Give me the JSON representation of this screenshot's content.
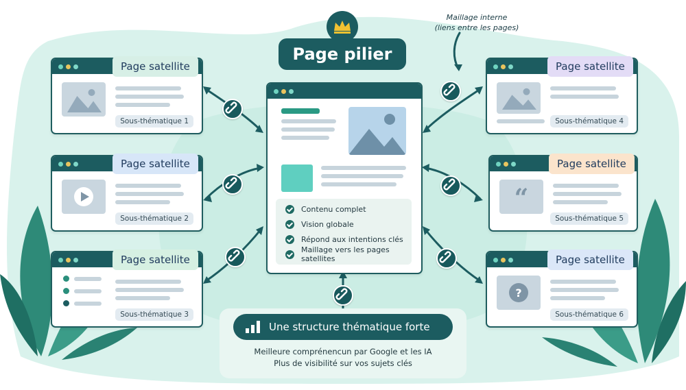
{
  "pillar": {
    "title": "Page pilier",
    "checklist": [
      "Contenu complet",
      "Vision globale",
      "Répond aux intentions clés",
      "Maillage vers les pages satellites"
    ]
  },
  "annotation": {
    "line1": "Maillage interne",
    "line2": "(liens entre les pages)"
  },
  "satellites": [
    {
      "label": "Page satellite",
      "sub": "Sous-thématique 1",
      "icon": "image-icon",
      "tag_color": "#d7efe6"
    },
    {
      "label": "Page satellite",
      "sub": "Sous-thématique 2",
      "icon": "play-icon",
      "tag_color": "#d7e6f8"
    },
    {
      "label": "Page satellite",
      "sub": "Sous-thématique 3",
      "icon": "list-icon",
      "tag_color": "#d6f0e2"
    },
    {
      "label": "Page satellite",
      "sub": "Sous-thématique 4",
      "icon": "image-icon",
      "tag_color": "#e3dcf6"
    },
    {
      "label": "Page satellite",
      "sub": "Sous-thématique 5",
      "icon": "quote-icon",
      "tag_color": "#fbe4cc"
    },
    {
      "label": "Page satellite",
      "sub": "Sous-thématique 6",
      "icon": "question-icon",
      "tag_color": "#dbe7f8"
    }
  ],
  "bottom": {
    "title": "Une structure thématique forte",
    "line1": "Meilleure comprénen​cun par Google et les IA",
    "line2": "Plus de visibilité sur vos sujets clés"
  },
  "colors": {
    "dark_teal": "#1c5c60",
    "accent_teal": "#2a7f76",
    "mint": "#cdeee4",
    "crown": "#f1c232"
  }
}
